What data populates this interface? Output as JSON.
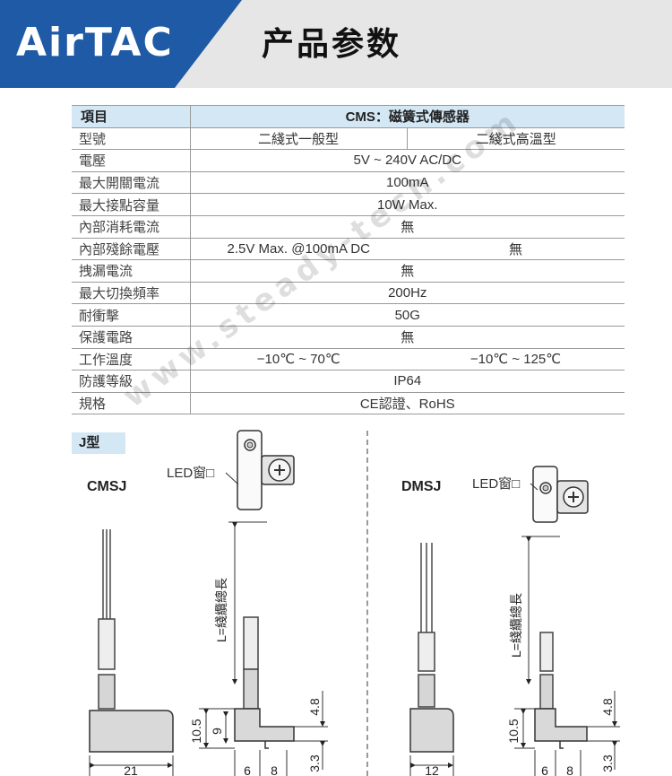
{
  "header": {
    "logo": "AirTAC",
    "title": "产品参数"
  },
  "table": {
    "rows": [
      {
        "key": "項目",
        "value": "CMS：磁簧式傳感器"
      },
      {
        "key": "型號",
        "values": [
          "二綫式一般型",
          "二綫式高溫型"
        ]
      },
      {
        "key": "電壓",
        "value": "5V ~ 240V AC/DC"
      },
      {
        "key": "最大開關電流",
        "value": "100mA"
      },
      {
        "key": "最大接點容量",
        "value": "10W  Max."
      },
      {
        "key": "內部消耗電流",
        "value": "無"
      },
      {
        "key": "內部殘餘電壓",
        "values": [
          "2.5V Max. @100mA DC",
          "無"
        ]
      },
      {
        "key": "拽漏電流",
        "value": "無"
      },
      {
        "key": "最大切換頻率",
        "value": "200Hz"
      },
      {
        "key": "耐衝擊",
        "value": "50G"
      },
      {
        "key": "保護電路",
        "value": "無"
      },
      {
        "key": "工作溫度",
        "values": [
          "−10℃ ~ 70℃",
          "−10℃ ~ 125℃"
        ]
      },
      {
        "key": "防護等級",
        "value": "IP64"
      },
      {
        "key": "規格",
        "value": "CE認證、RoHS"
      }
    ]
  },
  "section": {
    "tag": "J型",
    "left": {
      "model": "CMSJ",
      "led_label": "LED窗□",
      "cable_label": "L=綫纜總長",
      "dims": {
        "height_total": "10.5",
        "height_body": "9",
        "top_offset": "4.8",
        "bottom_offset": "3.3",
        "width": "21",
        "width_a": "6",
        "width_b": "8"
      }
    },
    "right": {
      "model": "DMSJ",
      "led_label": "LED窗□",
      "cable_label": "L=綫纜總長",
      "dims": {
        "height_total": "10.5",
        "top_offset": "4.8",
        "bottom_offset": "3.3",
        "width": "12",
        "width_a": "6",
        "width_b": "8"
      }
    }
  },
  "watermark": "www.steady-tech.com",
  "colors": {
    "logo_blue": "#1e5aa6",
    "table_header": "#d3e7f4",
    "header_bg": "#e6e6e6"
  }
}
